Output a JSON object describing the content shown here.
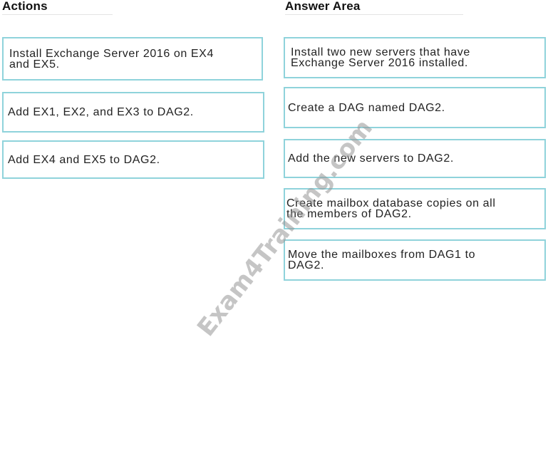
{
  "headings": {
    "actions": "Actions",
    "answer_area": "Answer Area"
  },
  "actions": [
    {
      "lines": [
        "Install Exchange Server 2016 on EX4",
        "and EX5."
      ]
    },
    {
      "lines": [
        "Add EX1, EX2, and EX3 to DAG2."
      ]
    },
    {
      "lines": [
        "Add EX4 and EX5 to DAG2."
      ]
    }
  ],
  "answer_area": [
    {
      "lines": [
        "Install two new servers that have",
        "Exchange Server 2016 installed."
      ]
    },
    {
      "lines": [
        "Create a DAG named DAG2."
      ]
    },
    {
      "lines": [
        "Add the new servers to DAG2."
      ]
    },
    {
      "lines": [
        "Create mailbox database copies on all",
        "the members of DAG2."
      ]
    },
    {
      "lines": [
        "Move the mailboxes from DAG1 to",
        "DAG2."
      ]
    }
  ],
  "watermark": "Exam4Training.com",
  "colors": {
    "box_border": "#8fd3db",
    "heading_text": "#111111"
  }
}
